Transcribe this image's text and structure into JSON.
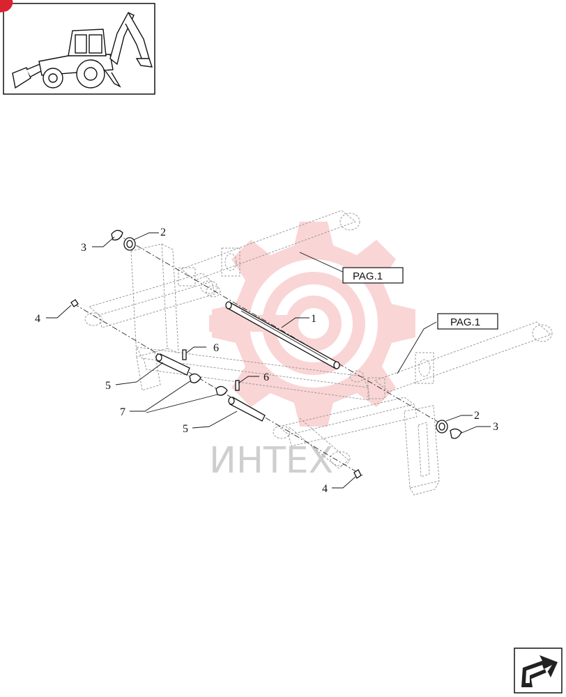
{
  "callouts": {
    "c1": "1",
    "c2a": "2",
    "c2b": "2",
    "c3a": "3",
    "c3b": "3",
    "c4a": "4",
    "c4b": "4",
    "c5a": "5",
    "c5b": "5",
    "c6a": "6",
    "c6b": "6",
    "c7": "7"
  },
  "references": {
    "pag_upper": "PAG.1",
    "pag_right": "PAG.1"
  },
  "watermark": {
    "text": "ИНТЕХ",
    "color": "#f4a9a9"
  },
  "icons": {
    "thumbnail": "backhoe-loader-icon",
    "badge": "red-corner-badge",
    "nav": "next-page-arrow-icon"
  },
  "colors": {
    "badge_red": "#d9232e",
    "watermark_gear": "#f6b4b4",
    "nav_arrow": "#222222"
  }
}
